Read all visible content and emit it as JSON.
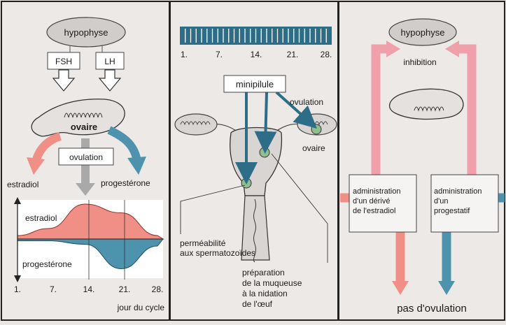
{
  "panel1": {
    "hypophyse": "hypophyse",
    "fsh": "FSH",
    "lh": "LH",
    "ovaire": "ovaire",
    "ovulation": "ovulation",
    "estradiol": "estradiol",
    "progesterone": "progestérone",
    "chart_estradiol": "estradiol",
    "chart_progesterone": "progestérone",
    "ticks": [
      "1.",
      "7.",
      "14.",
      "21.",
      "28."
    ],
    "jour_du_cycle": "jour du cycle"
  },
  "panel2": {
    "ticks": [
      "1.",
      "7.",
      "14.",
      "21.",
      "28."
    ],
    "minipilule": "minipilule",
    "ovulation": "ovulation",
    "ovaire": "ovaire",
    "permeabilite": [
      "perméabilité",
      "aux spermatozoïdes"
    ],
    "preparation": [
      "préparation",
      "de la muqueuse",
      "à la nidation",
      "de l'œuf"
    ]
  },
  "panel3": {
    "hypophyse": "hypophyse",
    "inhibition": "inhibition",
    "admin_estradiol": [
      "administration",
      "d'un dérivé",
      "de l'estradiol"
    ],
    "admin_progestatif": [
      "administration",
      "d'un",
      "progestatif"
    ],
    "pas_ovulation": "pas d'ovulation"
  },
  "colors": {
    "estradiol": "#ef8f85",
    "progesterone": "#4d93ad",
    "grey_arrow": "#a9a9a9",
    "hormone_bar": "#2e6d87",
    "pink_arrow": "#f0a0aa"
  },
  "chart_data": {
    "type": "area",
    "x": [
      1,
      7,
      14,
      21,
      28
    ],
    "xlabel": "jour du cycle",
    "series": [
      {
        "name": "estradiol",
        "values": [
          0.1,
          0.3,
          1.0,
          0.75,
          0.1
        ]
      },
      {
        "name": "progestérone",
        "values": [
          0.05,
          0.05,
          0.15,
          0.85,
          0.2
        ]
      }
    ]
  }
}
